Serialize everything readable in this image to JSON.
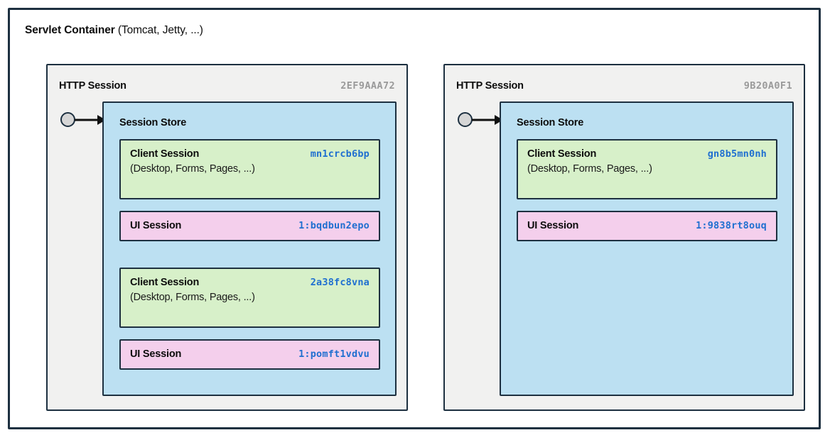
{
  "container": {
    "title_strong": "Servlet Container",
    "title_light": " (Tomcat, Jetty, ...)"
  },
  "colors": {
    "frame_border": "#1d3040",
    "http_session_bg": "#f1f1f0",
    "session_store_bg": "#bce0f2",
    "client_session_bg": "#d7f0c9",
    "ui_session_bg": "#f4cfec",
    "id_accent": "#1f6fd0",
    "http_session_id": "#9a9a9a",
    "connector_node": "#d6d6d6"
  },
  "sessions": [
    {
      "title": "HTTP Session",
      "id": "2EF9AAA72",
      "store_title": "Session Store",
      "cards": [
        {
          "type": "client-session",
          "label": "Client Session",
          "sub": "(Desktop, Forms, Pages, ...)",
          "id": "mn1crcb6bp"
        },
        {
          "type": "ui-session",
          "label": "UI Session",
          "sub": "",
          "id": "1:bqdbun2epo"
        },
        {
          "type": "client-session",
          "label": "Client Session",
          "sub": "(Desktop, Forms, Pages, ...)",
          "id": "2a38fc8vna"
        },
        {
          "type": "ui-session",
          "label": "UI Session",
          "sub": "",
          "id": "1:pomft1vdvu"
        }
      ]
    },
    {
      "title": "HTTP Session",
      "id": "9B20A0F1",
      "store_title": "Session Store",
      "cards": [
        {
          "type": "client-session",
          "label": "Client Session",
          "sub": "(Desktop, Forms, Pages, ...)",
          "id": "gn8b5mn0nh"
        },
        {
          "type": "ui-session",
          "label": "UI Session",
          "sub": "",
          "id": "1:9838rt8ouq"
        }
      ]
    }
  ]
}
